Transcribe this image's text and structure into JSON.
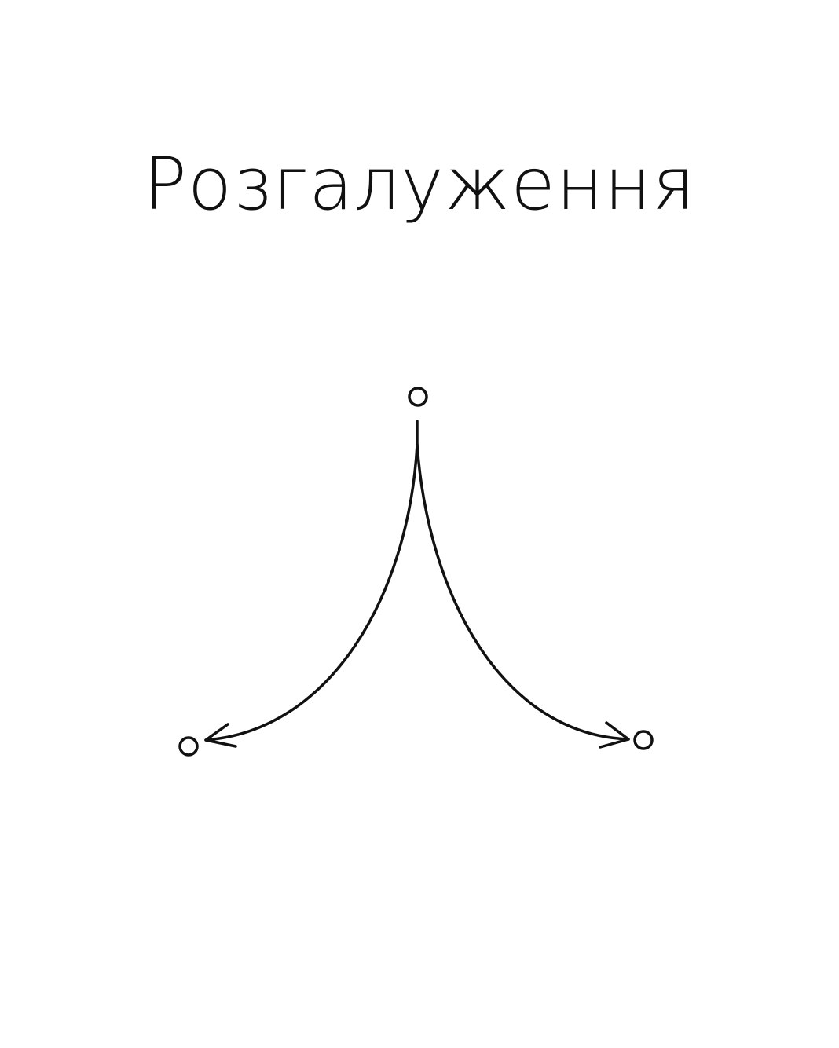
{
  "title": "Розгалуження",
  "diagram": {
    "type": "branching",
    "nodes": [
      "source-node",
      "left-target-node",
      "right-target-node"
    ],
    "edges": [
      {
        "from": "source-node",
        "to": "left-target-node",
        "arrow": "open"
      },
      {
        "from": "source-node",
        "to": "right-target-node",
        "arrow": "open"
      }
    ],
    "colors": {
      "stroke": "#111111",
      "background": "#ffffff"
    }
  }
}
